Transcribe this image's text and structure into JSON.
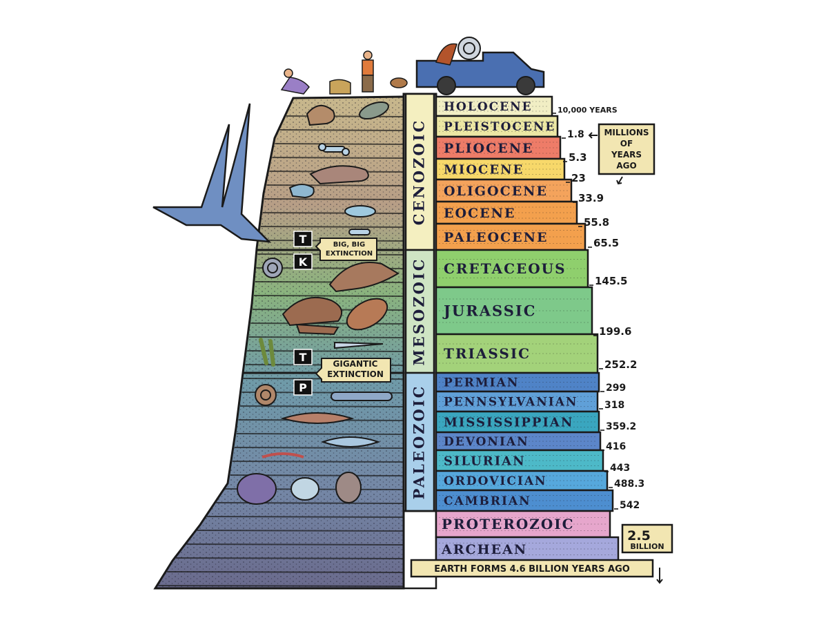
{
  "colors": {
    "cenozoic_era": "#f4efc0",
    "mesozoic_era": "#cfe5c4",
    "paleozoic_era": "#a9cfea",
    "outline": "#1a1a1a",
    "rock_dark": "#6e6f8e",
    "rock_top": "#c9b98c"
  },
  "eras": [
    {
      "name": "CENOZOIC"
    },
    {
      "name": "MESOZOIC"
    },
    {
      "name": "PALEOZOIC"
    }
  ],
  "periods": [
    {
      "name": "HOLOCENE",
      "color": "#f1eec4"
    },
    {
      "name": "PLEISTOCENE",
      "color": "#ece7a4"
    },
    {
      "name": "PLIOCENE",
      "color": "#ee7c68"
    },
    {
      "name": "MIOCENE",
      "color": "#f7d86a"
    },
    {
      "name": "OLIGOCENE",
      "color": "#f4a35c"
    },
    {
      "name": "EOCENE",
      "color": "#f3a04d"
    },
    {
      "name": "PALEOCENE",
      "color": "#f3a04d"
    },
    {
      "name": "CRETACEOUS",
      "color": "#8fcf6d"
    },
    {
      "name": "JURASSIC",
      "color": "#7ec98a"
    },
    {
      "name": "TRIASSIC",
      "color": "#a3d27a"
    },
    {
      "name": "PERMIAN",
      "color": "#4f83c7"
    },
    {
      "name": "PENNSYLVANIAN",
      "color": "#60a0d8"
    },
    {
      "name": "MISSISSIPPIAN",
      "color": "#3aa6bf"
    },
    {
      "name": "DEVONIAN",
      "color": "#5c86c9"
    },
    {
      "name": "SILURIAN",
      "color": "#4db9c8"
    },
    {
      "name": "ORDOVICIAN",
      "color": "#56a8dc"
    },
    {
      "name": "CAMBRIAN",
      "color": "#4d8ed0"
    },
    {
      "name": "PROTEROZOIC",
      "color": "#e6a6cc"
    },
    {
      "name": "ARCHEAN",
      "color": "#a5a8dc"
    }
  ],
  "ages": [
    {
      "value": "10,000 YEARS"
    },
    {
      "value": "1.8"
    },
    {
      "value": "5.3"
    },
    {
      "value": "23"
    },
    {
      "value": "33.9"
    },
    {
      "value": "55.8"
    },
    {
      "value": "65.5"
    },
    {
      "value": "145.5"
    },
    {
      "value": "199.6"
    },
    {
      "value": "252.2"
    },
    {
      "value": "299"
    },
    {
      "value": "318"
    },
    {
      "value": "359.2"
    },
    {
      "value": "416"
    },
    {
      "value": "443"
    },
    {
      "value": "488.3"
    },
    {
      "value": "542"
    }
  ],
  "millions_box": {
    "lines": [
      "MILLIONS",
      "OF",
      "YEARS",
      "AGO"
    ]
  },
  "billion_box": {
    "value": "2.5",
    "unit": "BILLION"
  },
  "earth_forms": "EARTH FORMS 4.6 BILLION YEARS AGO",
  "extinctions": [
    {
      "letters": [
        "T",
        "K"
      ],
      "text": [
        "BIG, BIG",
        "EXTINCTION"
      ]
    },
    {
      "letters": [
        "T",
        "P"
      ],
      "text": [
        "GIGANTIC",
        "EXTINCTION"
      ]
    }
  ]
}
